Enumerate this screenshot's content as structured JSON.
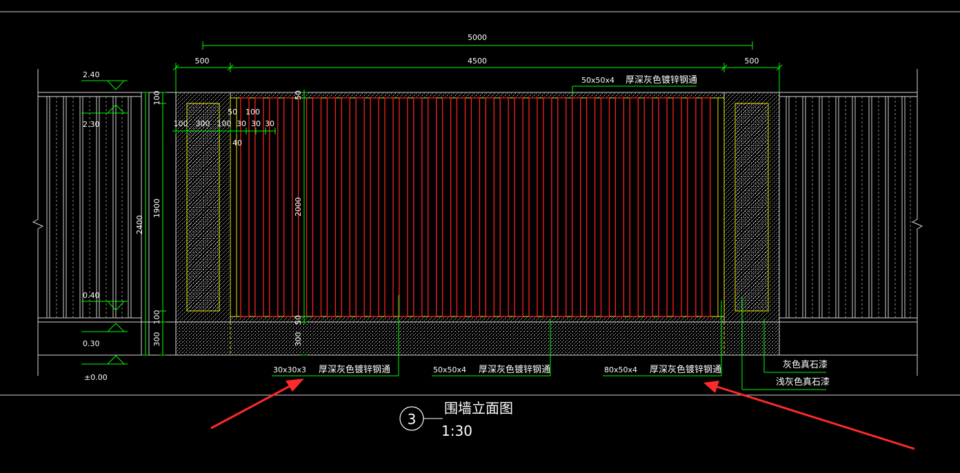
{
  "drawing": {
    "title": "围墙立面图",
    "scale": "1:30",
    "detail_number": "3"
  },
  "dimensions": {
    "top_total": "5000",
    "top_left": "500",
    "top_mid": "4500",
    "top_right": "500",
    "pier_100a": "100",
    "pier_300": "300",
    "pier_100b": "100",
    "bar_50": "50",
    "bar_100": "100",
    "bar_30a": "30",
    "bar_30b": "30",
    "bar_30c": "30",
    "bar_40": "40",
    "v_100_top": "100",
    "v_1900": "1900",
    "v_100_bot": "100",
    "v_300_base": "300",
    "v_2400": "2400",
    "v_50_top": "50",
    "v_2000": "2000",
    "v_50_bot": "50",
    "v_300_mid": "300"
  },
  "levels": {
    "l240": "2.40",
    "l230": "2.30",
    "l040": "0.40",
    "l030": "0.30",
    "l000": "±0.00"
  },
  "annotations": {
    "top_spec_size": "50x50x4",
    "top_spec_text": "厚深灰色镀锌钢通",
    "b1_size": "30x30x3",
    "b1_text": "厚深灰色镀锌钢通",
    "b2_size": "50x50x4",
    "b2_text": "厚深灰色镀锌钢通",
    "b3_size": "80x50x4",
    "b3_text": "厚深灰色镀锌钢通",
    "stone1": "灰色真石漆",
    "stone2": "浅灰色真石漆"
  },
  "colors": {
    "background": "#000000",
    "dim_line": "#00ff00",
    "text": "#ffffff",
    "stucco_dots": "#e8e8e8",
    "outline": "#d8d8d8",
    "yellow": "#e6e600",
    "red_bars": "#ff2020",
    "arrows": "#ff2a2a"
  },
  "icons": [
    "detail-circle-icon",
    "level-marker-icon",
    "red-arrow-icon"
  ]
}
